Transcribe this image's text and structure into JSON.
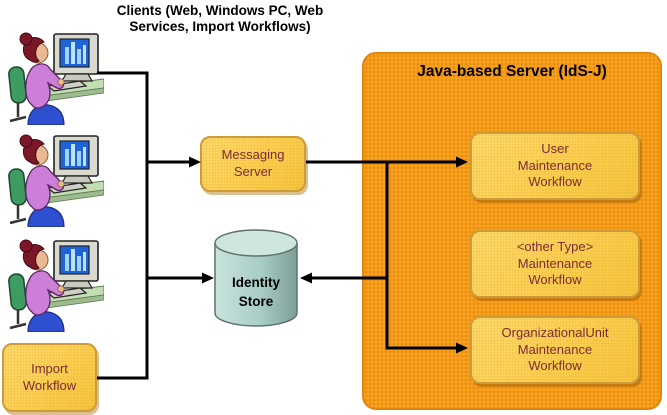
{
  "diagram": {
    "title": "Clients (Web, Windows PC, Web\nServices, Import Workflows)",
    "server_group": {
      "label": "Java-based Server (IdS-J)"
    },
    "nodes": {
      "messaging_server": {
        "label": "Messaging\nServer"
      },
      "identity_store": {
        "label": "Identity\nStore"
      },
      "import_workflow": {
        "label": "Import\nWorkflow"
      },
      "user_workflow": {
        "label": "User\nMaintenance\nWorkflow"
      },
      "other_type_workflow": {
        "label": "<other Type>\nMaintenance\nWorkflow"
      },
      "org_unit_workflow": {
        "label": "OrganizationalUnit\nMaintenance\nWorkflow"
      }
    },
    "clients": [
      {
        "name": "client-1",
        "icon": "person-at-computer-icon"
      },
      {
        "name": "client-2",
        "icon": "person-at-computer-icon"
      },
      {
        "name": "client-3",
        "icon": "person-at-computer-icon"
      }
    ],
    "connections": [
      "client-1 -> trunk",
      "import-workflow -> trunk",
      "trunk -> messaging-server",
      "trunk -> identity-store",
      "messaging-server -> user-maintenance-workflow",
      "server-junction -> identity-store",
      "server-junction -> organizationalunit-maintenance-workflow"
    ],
    "colors": {
      "server_fill": "#F9A01D",
      "server_border": "#E0860E",
      "node_fill": "#FFD75A",
      "node_border": "#CE9B3B",
      "node_text": "#7D2B36",
      "cylinder_fill": "#A8CEC6",
      "connector": "#000000"
    }
  }
}
